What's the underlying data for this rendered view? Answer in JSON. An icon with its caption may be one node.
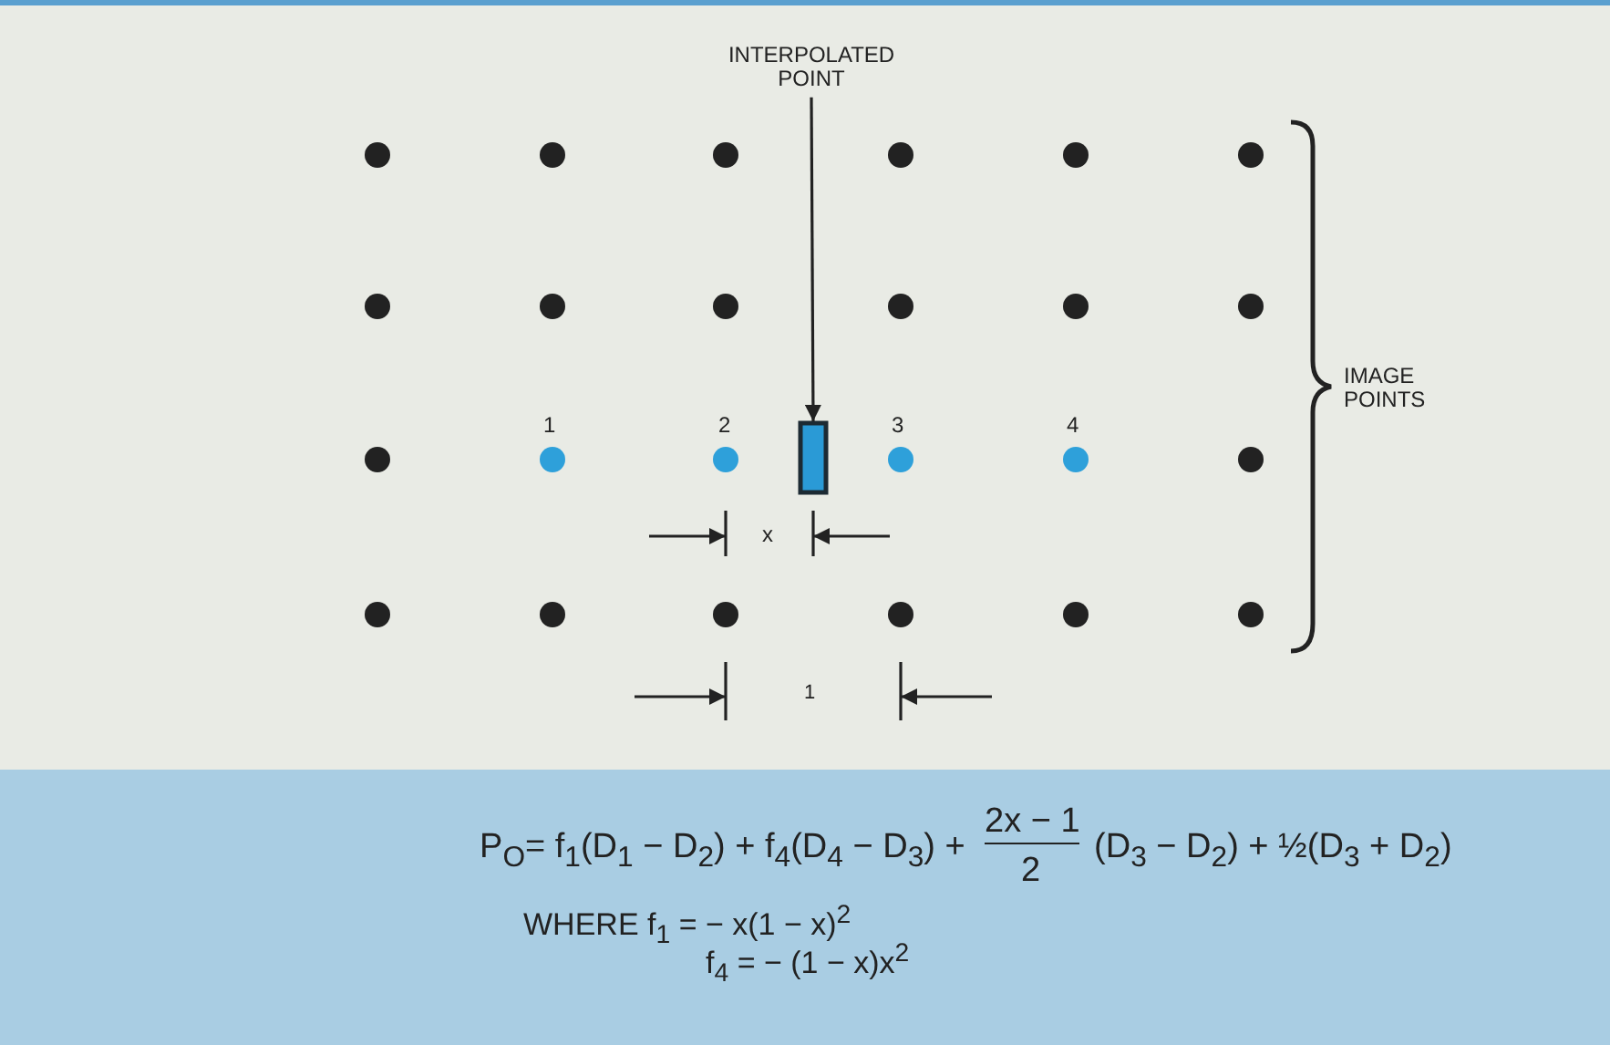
{
  "diagram": {
    "nodes": [
      {
        "text": [
          "INTERPOLATED POINT"
        ]
      },
      {
        "text": [],
        "shape": "box"
      }
    ],
    "edges": [
      {
        "from": 0,
        "to": 1,
        "arrow": "to"
      }
    ],
    "labels": [
      "IMAGE POINTS",
      "1",
      "2",
      "3",
      "4",
      "x",
      "1",
      "P$_{O}$= f$_{1}$(D$_{1}$ − D$_{2}$) + f$_{4}$(D$_{4}$ − D$_{3}$) +",
      "2x − 1",
      "2",
      "(D$_{3}$ − D$_{2}$) + ½(D$_{3}$ + D$_{2}$)",
      "WHERE f$_{1}$ = − x(1 − x)$^{2}$",
      "f$_{4}$ = − (1 − x)x$^{2}$"
    ]
  }
}
